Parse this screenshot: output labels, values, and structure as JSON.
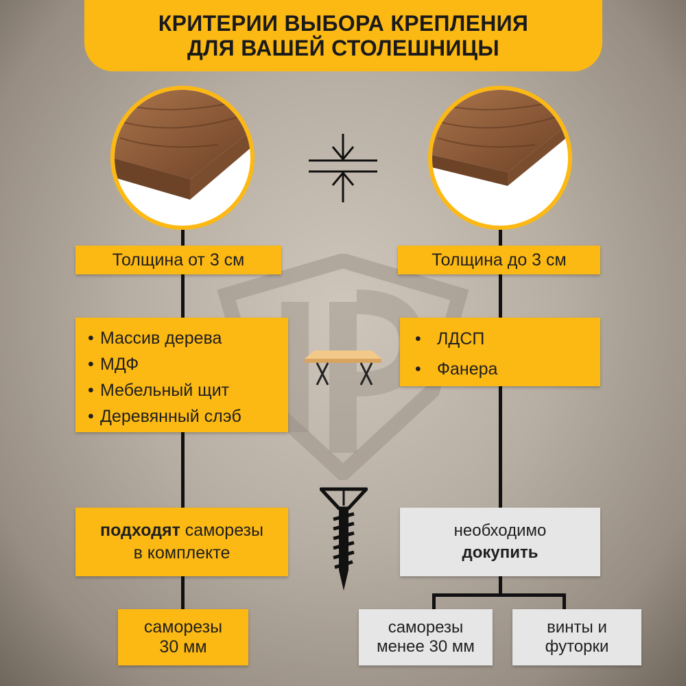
{
  "title": {
    "line1": "КРИТЕРИИ ВЫБОРА КРЕПЛЕНИЯ",
    "line2": "ДЛЯ ВАШЕЙ СТОЛЕШНИЦЫ"
  },
  "left": {
    "thickness_label": "Толщина от 3 см",
    "materials": [
      "Массив дерева",
      "МДФ",
      "Мебельный щит",
      "Деревянный слэб"
    ],
    "screws_bold": "подходят",
    "screws_rest_line1": " саморезы",
    "screws_line2": "в комплекте",
    "result_line1": "саморезы",
    "result_line2": "30 мм"
  },
  "right": {
    "thickness_label": "Толщина до 3 см",
    "materials": [
      "ЛДСП",
      "Фанера"
    ],
    "need_line1": "необходимо",
    "need_bold": "докупить",
    "option1_line1": "саморезы",
    "option1_line2": "менее 30 мм",
    "option2_line1": "винты и",
    "option2_line2": "футорки"
  },
  "colors": {
    "accent": "#fdb913",
    "grey_box": "#e6e6e6",
    "line": "#111111",
    "wood": "#8a5a3a"
  },
  "icons": [
    "thickness-compare-icon",
    "table-icon",
    "screw-icon",
    "watermark-logo"
  ]
}
